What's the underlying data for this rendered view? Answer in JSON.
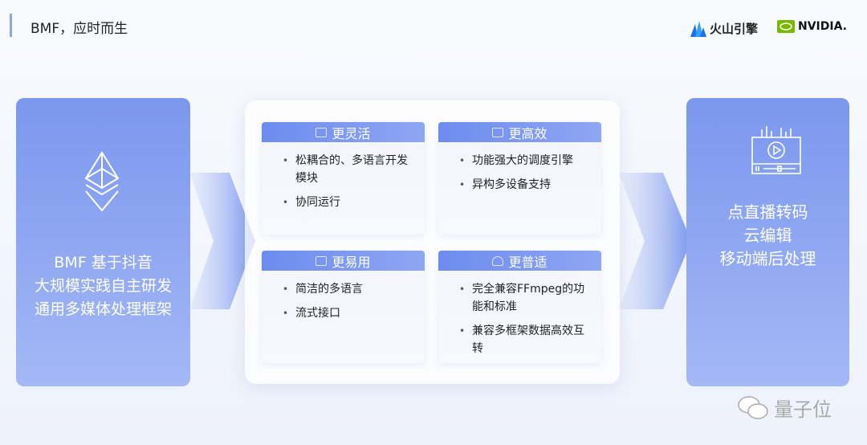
{
  "header": {
    "title": "BMF，应时而生",
    "logo_volc": "火山引擎",
    "logo_nvidia": "NVIDIA."
  },
  "left_panel": {
    "lines": [
      "BMF 基于抖音",
      "大规模实践自主研发",
      "通用多媒体处理框架"
    ]
  },
  "cards": [
    {
      "title": "更灵活",
      "icon": "code-window-icon",
      "items": [
        "松耦合的、多语言开发模块",
        "协同运行"
      ]
    },
    {
      "title": "更高效",
      "icon": "monitor-icon",
      "items": [
        "功能强大的调度引擎",
        "异构多设备支持"
      ]
    },
    {
      "title": "更易用",
      "icon": "screen-icon",
      "items": [
        "简洁的多语言",
        "流式接口"
      ]
    },
    {
      "title": "更普适",
      "icon": "cloud-icon",
      "items": [
        "完全兼容FFmpeg的功能和标准",
        "兼容多框架数据高效互转"
      ]
    }
  ],
  "right_panel": {
    "lines": [
      "点直播转码",
      "云编辑",
      "移动端后处理"
    ]
  },
  "watermark": "量子位",
  "colors": {
    "accent": "#7b97ee"
  }
}
